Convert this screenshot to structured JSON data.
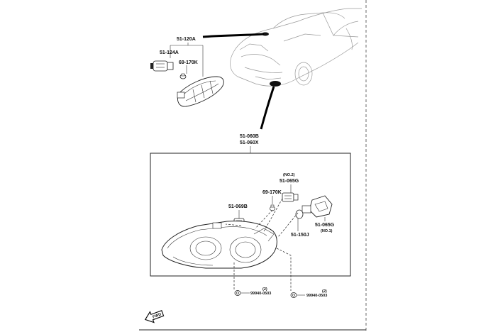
{
  "diagram": {
    "callouts": {
      "bulb_assembly_upper": "51-120A",
      "socket_upper": "51-124A",
      "bulb_upper": "69-170K",
      "headlamp_main": "51-060B",
      "headlamp_alt": "51-060X",
      "socket_no2_note": "(NO.2)",
      "socket_no2": "51-065G",
      "bulb_small": "69-170K",
      "bulb_mid": "51-069B",
      "socket_no1": "51-065G",
      "socket_no1_note": "(NO.1)",
      "bulb_main": "51-150J",
      "nut_left_qty": "(2)",
      "nut_left": "99940-0503",
      "nut_right_qty": "(2)",
      "nut_right": "99940-0503"
    },
    "fwd_label": "FWD",
    "icons": [
      "car-outline-icon",
      "fwd-arrow-icon"
    ]
  }
}
